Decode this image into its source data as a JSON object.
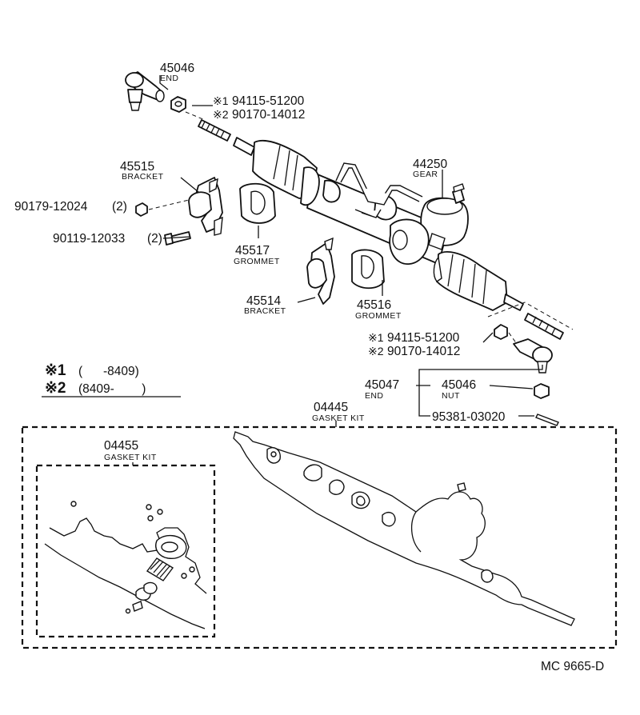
{
  "parts": {
    "end_upper": {
      "number": "45046",
      "name": "END"
    },
    "nut_upper_1": {
      "mark": "※1",
      "number": "94115-51200"
    },
    "nut_upper_2": {
      "mark": "※2",
      "number": "90170-14012"
    },
    "gear": {
      "number": "44250",
      "name": "GEAR"
    },
    "bracket_45515": {
      "number": "45515",
      "name": "BRACKET"
    },
    "nut_90179": {
      "number": "90179-12024",
      "qty": "(2)"
    },
    "bolt_90119": {
      "number": "90119-12033",
      "qty": "(2)"
    },
    "grommet_45517": {
      "number": "45517",
      "name": "GROMMET"
    },
    "bracket_45514": {
      "number": "45514",
      "name": "BRACKET"
    },
    "grommet_45516": {
      "number": "45516",
      "name": "GROMMET"
    },
    "nut_lower_1": {
      "mark": "※1",
      "number": "94115-51200"
    },
    "nut_lower_2": {
      "mark": "※2",
      "number": "90170-14012"
    },
    "end_45047": {
      "number": "45047",
      "name": "END"
    },
    "nut_45046": {
      "number": "45046",
      "name": "NUT"
    },
    "pin_95381": {
      "number": "95381-03020"
    },
    "gasket_kit_04445": {
      "number": "04445",
      "name": "GASKET KIT"
    },
    "gasket_kit_04455": {
      "number": "04455",
      "name": "GASKET KIT"
    }
  },
  "legend": {
    "row1": {
      "mark": "※1",
      "range": "(      -8409)"
    },
    "row2": {
      "mark": "※2",
      "range": "(8409-        )"
    }
  },
  "diagram_code": "MC 9665-D"
}
